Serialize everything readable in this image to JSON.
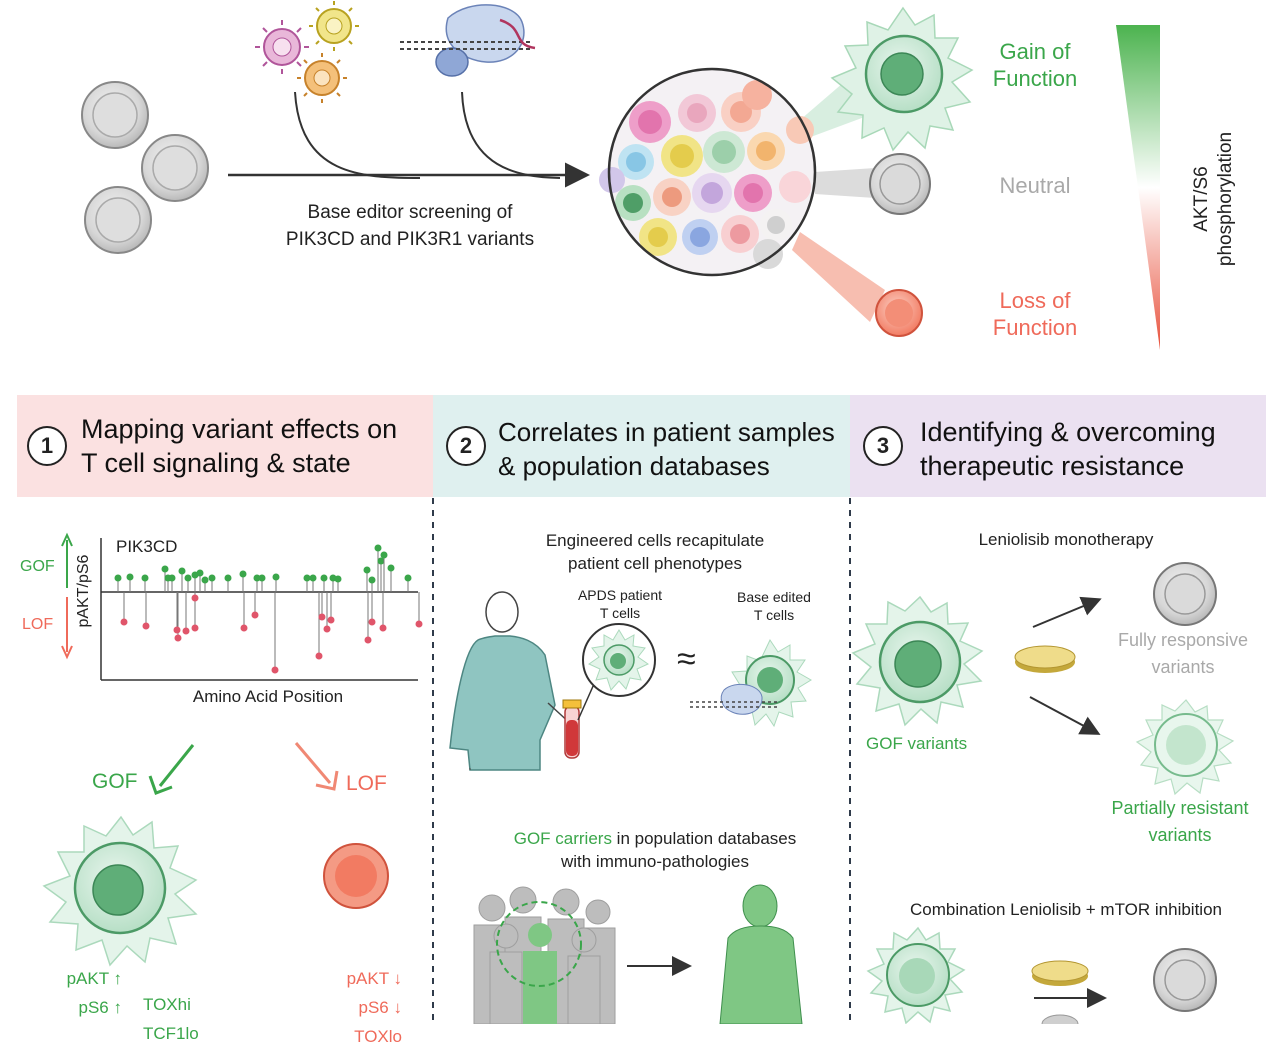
{
  "top": {
    "screen_label_1": "Base editor screening of",
    "screen_label_2": "PIK3CD and PIK3R1 variants",
    "gain_1": "Gain of",
    "gain_2": "Function",
    "neutral": "Neutral",
    "loss_1": "Loss of",
    "loss_2": "Function",
    "gradient_label_1": "AKT/S6",
    "gradient_label_2": "phosphorylation",
    "colors": {
      "gof": "#3aa64a",
      "lof": "#ef6a5a",
      "neutral": "#a9a9a9"
    }
  },
  "panels": [
    {
      "num": "1",
      "title_1": "Mapping variant effects on",
      "title_2": "T cell signaling & state",
      "color": "#fbe1e1"
    },
    {
      "num": "2",
      "title_1": "Correlates in patient samples",
      "title_2": "& population databases",
      "color": "#dff0ef"
    },
    {
      "num": "3",
      "title_1": "Identifying & overcoming",
      "title_2": "therapeutic resistance",
      "color": "#ebe1f1"
    }
  ],
  "panel1": {
    "plot_title": "PIK3CD",
    "ylabel": "pAKT/pS6",
    "gof_axis": "GOF",
    "lof_axis": "LOF",
    "xlabel": "Amino Acid Position",
    "gof_arrow_label": "GOF",
    "lof_arrow_label": "LOF",
    "gof_markers": [
      "pAKT ↑",
      "pS6 ↑"
    ],
    "gof_state": [
      "TOXhi",
      "TCF1lo"
    ],
    "lof_markers": [
      "pAKT ↓",
      "pS6 ↓"
    ],
    "lof_state": [
      "TOXlo"
    ]
  },
  "panel2": {
    "eng_1": "Engineered cells recapitulate",
    "eng_2": "patient cell phenotypes",
    "apds_1": "APDS patient",
    "apds_2": "T cells",
    "base_1": "Base edited",
    "base_2": "T cells",
    "approx": "≈",
    "pop_highlight": "GOF carriers",
    "pop_1_rest": " in population databases",
    "pop_2": "with immuno-pathologies"
  },
  "panel3": {
    "mono": "Leniolisib monotherapy",
    "gof_variants": "GOF variants",
    "fully_1": "Fully responsive",
    "fully_2": "variants",
    "partial_1": "Partially resistant",
    "partial_2": "variants",
    "combo": "Combination Leniolisib + mTOR inhibition"
  }
}
